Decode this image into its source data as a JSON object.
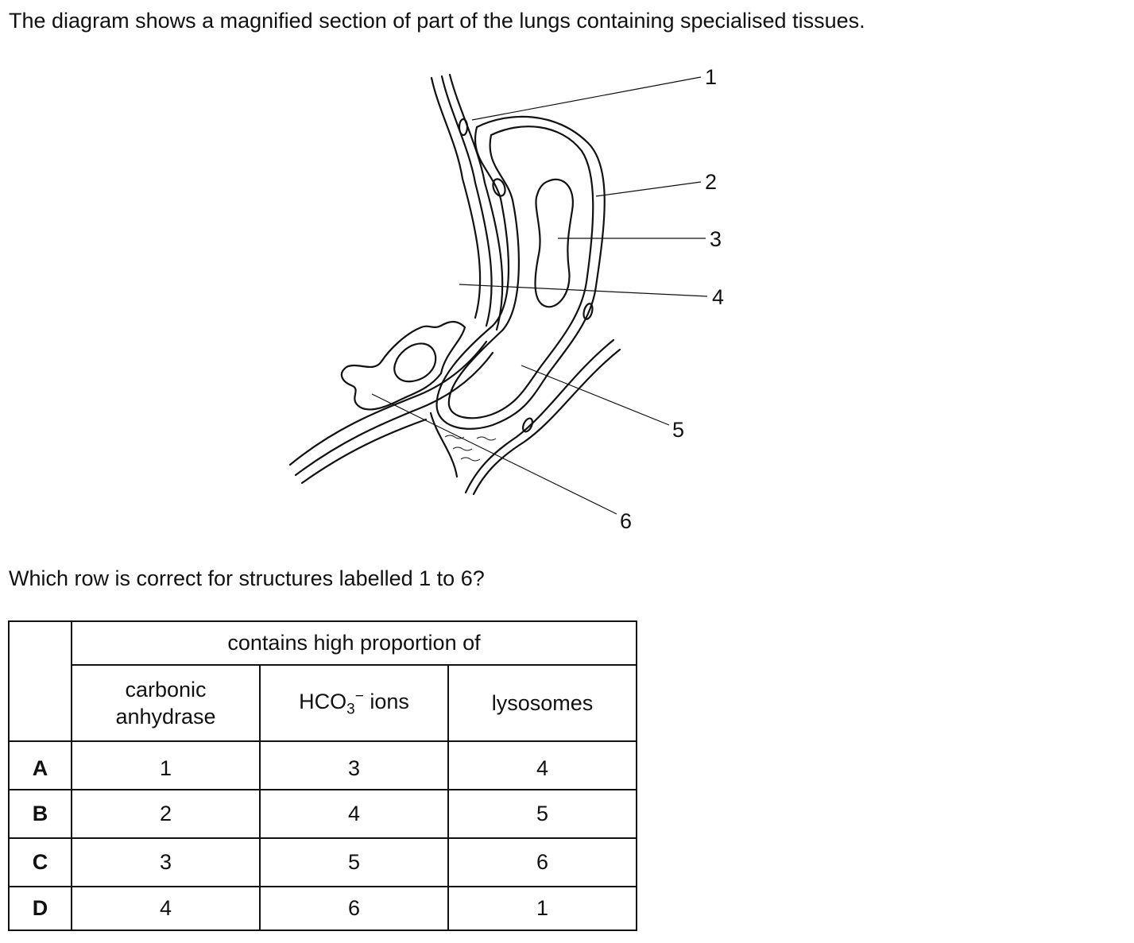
{
  "intro_text": "The diagram shows a magnified section of part of the lungs containing specialised tissues.",
  "diagram": {
    "labels": [
      "1",
      "2",
      "3",
      "4",
      "5",
      "6"
    ]
  },
  "question_text": "Which row is correct for structures labelled 1 to 6?",
  "table": {
    "group_header": "contains high proportion of",
    "columns": {
      "col1_line1": "carbonic",
      "col1_line2": "anhydrase",
      "col2_main": "HCO",
      "col2_sub": "3",
      "col2_sup": "−",
      "col2_tail": " ions",
      "col3": "lysosomes"
    },
    "rows": [
      {
        "letter": "A",
        "carbonic_anhydrase": "1",
        "hco3_ions": "3",
        "lysosomes": "4"
      },
      {
        "letter": "B",
        "carbonic_anhydrase": "2",
        "hco3_ions": "4",
        "lysosomes": "5"
      },
      {
        "letter": "C",
        "carbonic_anhydrase": "3",
        "hco3_ions": "5",
        "lysosomes": "6"
      },
      {
        "letter": "D",
        "carbonic_anhydrase": "4",
        "hco3_ions": "6",
        "lysosomes": "1"
      }
    ]
  }
}
